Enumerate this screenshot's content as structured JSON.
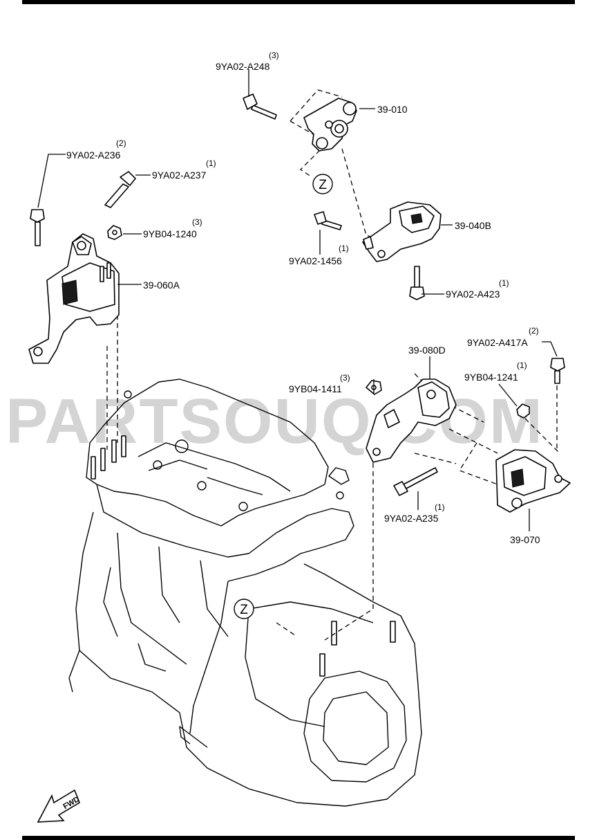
{
  "watermark": "PARTSOUQ.COM",
  "direction_label": "FWD",
  "view_marker": "Z",
  "callouts": [
    {
      "id": "c1",
      "part_no": "9YA02-A248",
      "qty": "(3)"
    },
    {
      "id": "c2",
      "part_no": "39-010",
      "qty": ""
    },
    {
      "id": "c3",
      "part_no": "9YA02-A236",
      "qty": "(2)"
    },
    {
      "id": "c4",
      "part_no": "9YA02-A237",
      "qty": "(1)"
    },
    {
      "id": "c5",
      "part_no": "9YB04-1240",
      "qty": "(3)"
    },
    {
      "id": "c6",
      "part_no": "39-060A",
      "qty": ""
    },
    {
      "id": "c7",
      "part_no": "39-040B",
      "qty": ""
    },
    {
      "id": "c8",
      "part_no": "9YA02-1456",
      "qty": "(1)"
    },
    {
      "id": "c9",
      "part_no": "9YA02-A423",
      "qty": "(1)"
    },
    {
      "id": "c10",
      "part_no": "39-080D",
      "qty": ""
    },
    {
      "id": "c11",
      "part_no": "9YA02-A417A",
      "qty": "(2)"
    },
    {
      "id": "c12",
      "part_no": "9YB04-1241",
      "qty": "(1)"
    },
    {
      "id": "c13",
      "part_no": "9YB04-1411",
      "qty": "(3)"
    },
    {
      "id": "c14",
      "part_no": "9YA02-A235",
      "qty": "(1)"
    },
    {
      "id": "c15",
      "part_no": "39-070",
      "qty": ""
    }
  ]
}
